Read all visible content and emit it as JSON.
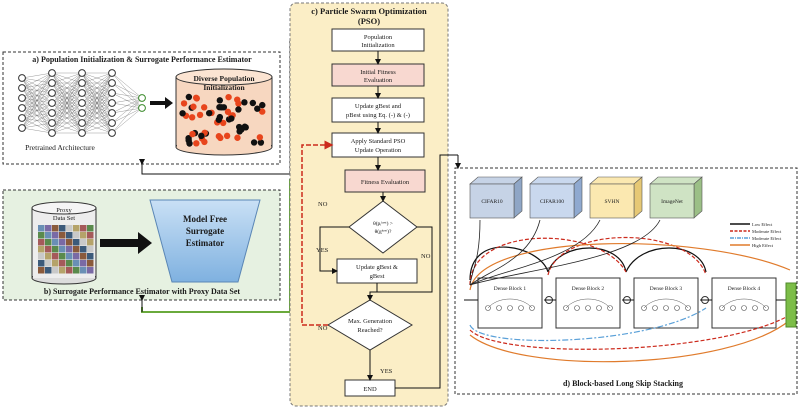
{
  "panel_a": {
    "title": "a) Population Initialization & Surrogate Performance Estimator",
    "pretrained_label": "Pretrained Architecture",
    "population_label": [
      "Diverse Population",
      "Initialization"
    ]
  },
  "panel_b": {
    "title": "b) Surrogate Performance Estimator with Proxy Data Set",
    "proxy_label": [
      "Proxy",
      "Data Set"
    ],
    "estimator_label": [
      "Model Free",
      "Surrogate",
      "Estimator"
    ]
  },
  "panel_c": {
    "title": "c) Particle Swarm Optimization",
    "title2": "(PSO)",
    "steps": {
      "init": [
        "Population",
        "Initialization"
      ],
      "fitness": [
        "Initial Fitness",
        "Evaluation"
      ],
      "update": [
        "Update gBest and",
        "pBest using Eq. (-) & (-)"
      ],
      "pso": [
        "Apply Standard PSO",
        "Update Operation"
      ],
      "eval": "Fitness Evaluation",
      "cond": [
        "θ(pᵢᵏᵉˢᵗ) >",
        "θ(gᵏᵉˢᵗ)?"
      ],
      "update2": [
        "Update gBest &",
        "gBest"
      ],
      "max": [
        "Max. Generation",
        "Reached?"
      ],
      "end": "END"
    },
    "labels": {
      "no1": "NO",
      "yes1": "YES",
      "no2": "NO",
      "no3": "NO",
      "yes2": "YES"
    }
  },
  "panel_d": {
    "title": "d) Block-based Long Skip Stacking",
    "datasets": [
      "CIFAR10",
      "CIFAR100",
      "SVHN",
      "ImageNet"
    ],
    "blocks": [
      "Dense Block 1",
      "Dense Block 2",
      "Dense Block 3",
      "Dense Block 4"
    ],
    "legend": [
      "Low Effect",
      "Moderate Effect",
      "Moderate Effect",
      "High Effect"
    ]
  },
  "colors": {
    "pso_bg": "#fbeec6",
    "panel_b_bg": "#e6f1e1",
    "fitness_fill": "#f8d8d0",
    "estimator": "#9dc3e6",
    "dots_red": "#e8451c",
    "cyan": "#5aa0d8",
    "dash_red": "#cc2a1c",
    "orange": "#e07b2c",
    "green_arrow": "#6aaa3c",
    "output": "#7cbd48"
  }
}
